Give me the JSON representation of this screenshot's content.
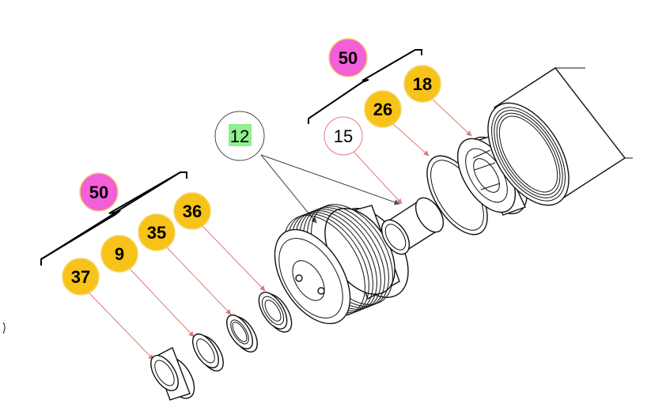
{
  "diagram": {
    "title": "Exploded parts diagram",
    "colors": {
      "gold_fill": "#f7c318",
      "gold_ring": "#f5d36a",
      "magenta_fill": "#f25fd8",
      "label_green": "#8ef08e",
      "leader_red": "#e07a7a",
      "line_dark": "#111111"
    },
    "callouts": {
      "c50_left": "50",
      "c37": "37",
      "c9": "9",
      "c35": "35",
      "c36": "36",
      "c12": "12",
      "c15": "15",
      "c26": "26",
      "c18": "18",
      "c50_right": "50"
    }
  }
}
